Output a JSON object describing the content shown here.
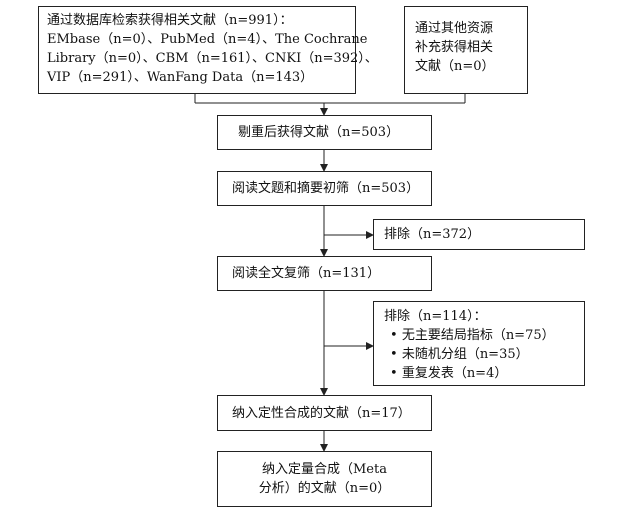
{
  "boxes": {
    "database_search": {
      "lines": [
        "通过数据库检索获得相关文献（n=991）：",
        "EMbase（n=0）、PubMed（n=4）、The Cochrane",
        "Library（n=0）、CBM（n=161）、CNKI（n=392）、",
        "VIP（n=291）、WanFang Data（n=143）"
      ]
    },
    "other_sources": {
      "lines": [
        "通过其他资源",
        "补充获得相关",
        "文献（n=0）"
      ]
    },
    "dedup": {
      "text": "剔重后获得文献（n=503）"
    },
    "title_abstract": {
      "text": "阅读文题和摘要初筛（n=503）"
    },
    "exclude_1": {
      "text": "排除（n=372）"
    },
    "fulltext": {
      "text": "阅读全文复筛（n=131）"
    },
    "exclude_2": {
      "title": "排除（n=114）：",
      "items": [
        "无主要结局指标（n=75）",
        "未随机分组（n=35）",
        "重复发表（n=4）"
      ]
    },
    "qualitative": {
      "text": "纳入定性合成的文献（n=17）"
    },
    "quantitative": {
      "lines": [
        "纳入定量合成（Meta",
        "分析）的文献（n=0）"
      ]
    }
  }
}
